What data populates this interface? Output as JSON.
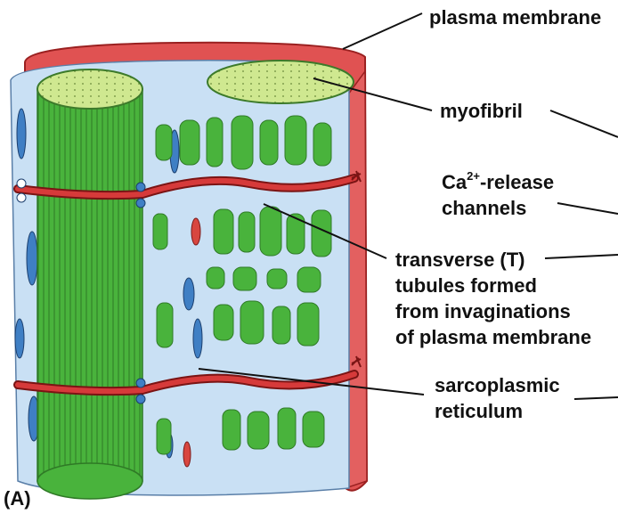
{
  "labels": {
    "plasma_membrane": "plasma membrane",
    "myofibril": "myofibril",
    "ca_prefix": "Ca",
    "ca_superscript": "2+",
    "ca_suffix": "-release",
    "ca_line2": "channels",
    "t_tubule_line1": "transverse (T)",
    "t_tubule_line2": "tubules formed",
    "t_tubule_line3": "from invaginations",
    "t_tubule_line4": "of plasma membrane",
    "sr_line1": "sarcoplasmic",
    "sr_line2": "reticulum",
    "panel": "(A)"
  },
  "colors": {
    "plasma_membrane": "#e05252",
    "myofibril_green": "#49b33c",
    "myofibril_light": "#cfe890",
    "reticulum_blue": "#c9e0f4",
    "reticulum_dark_blue": "#3f7fc4",
    "t_tubule_red": "#c8282a",
    "line": "#111111"
  }
}
